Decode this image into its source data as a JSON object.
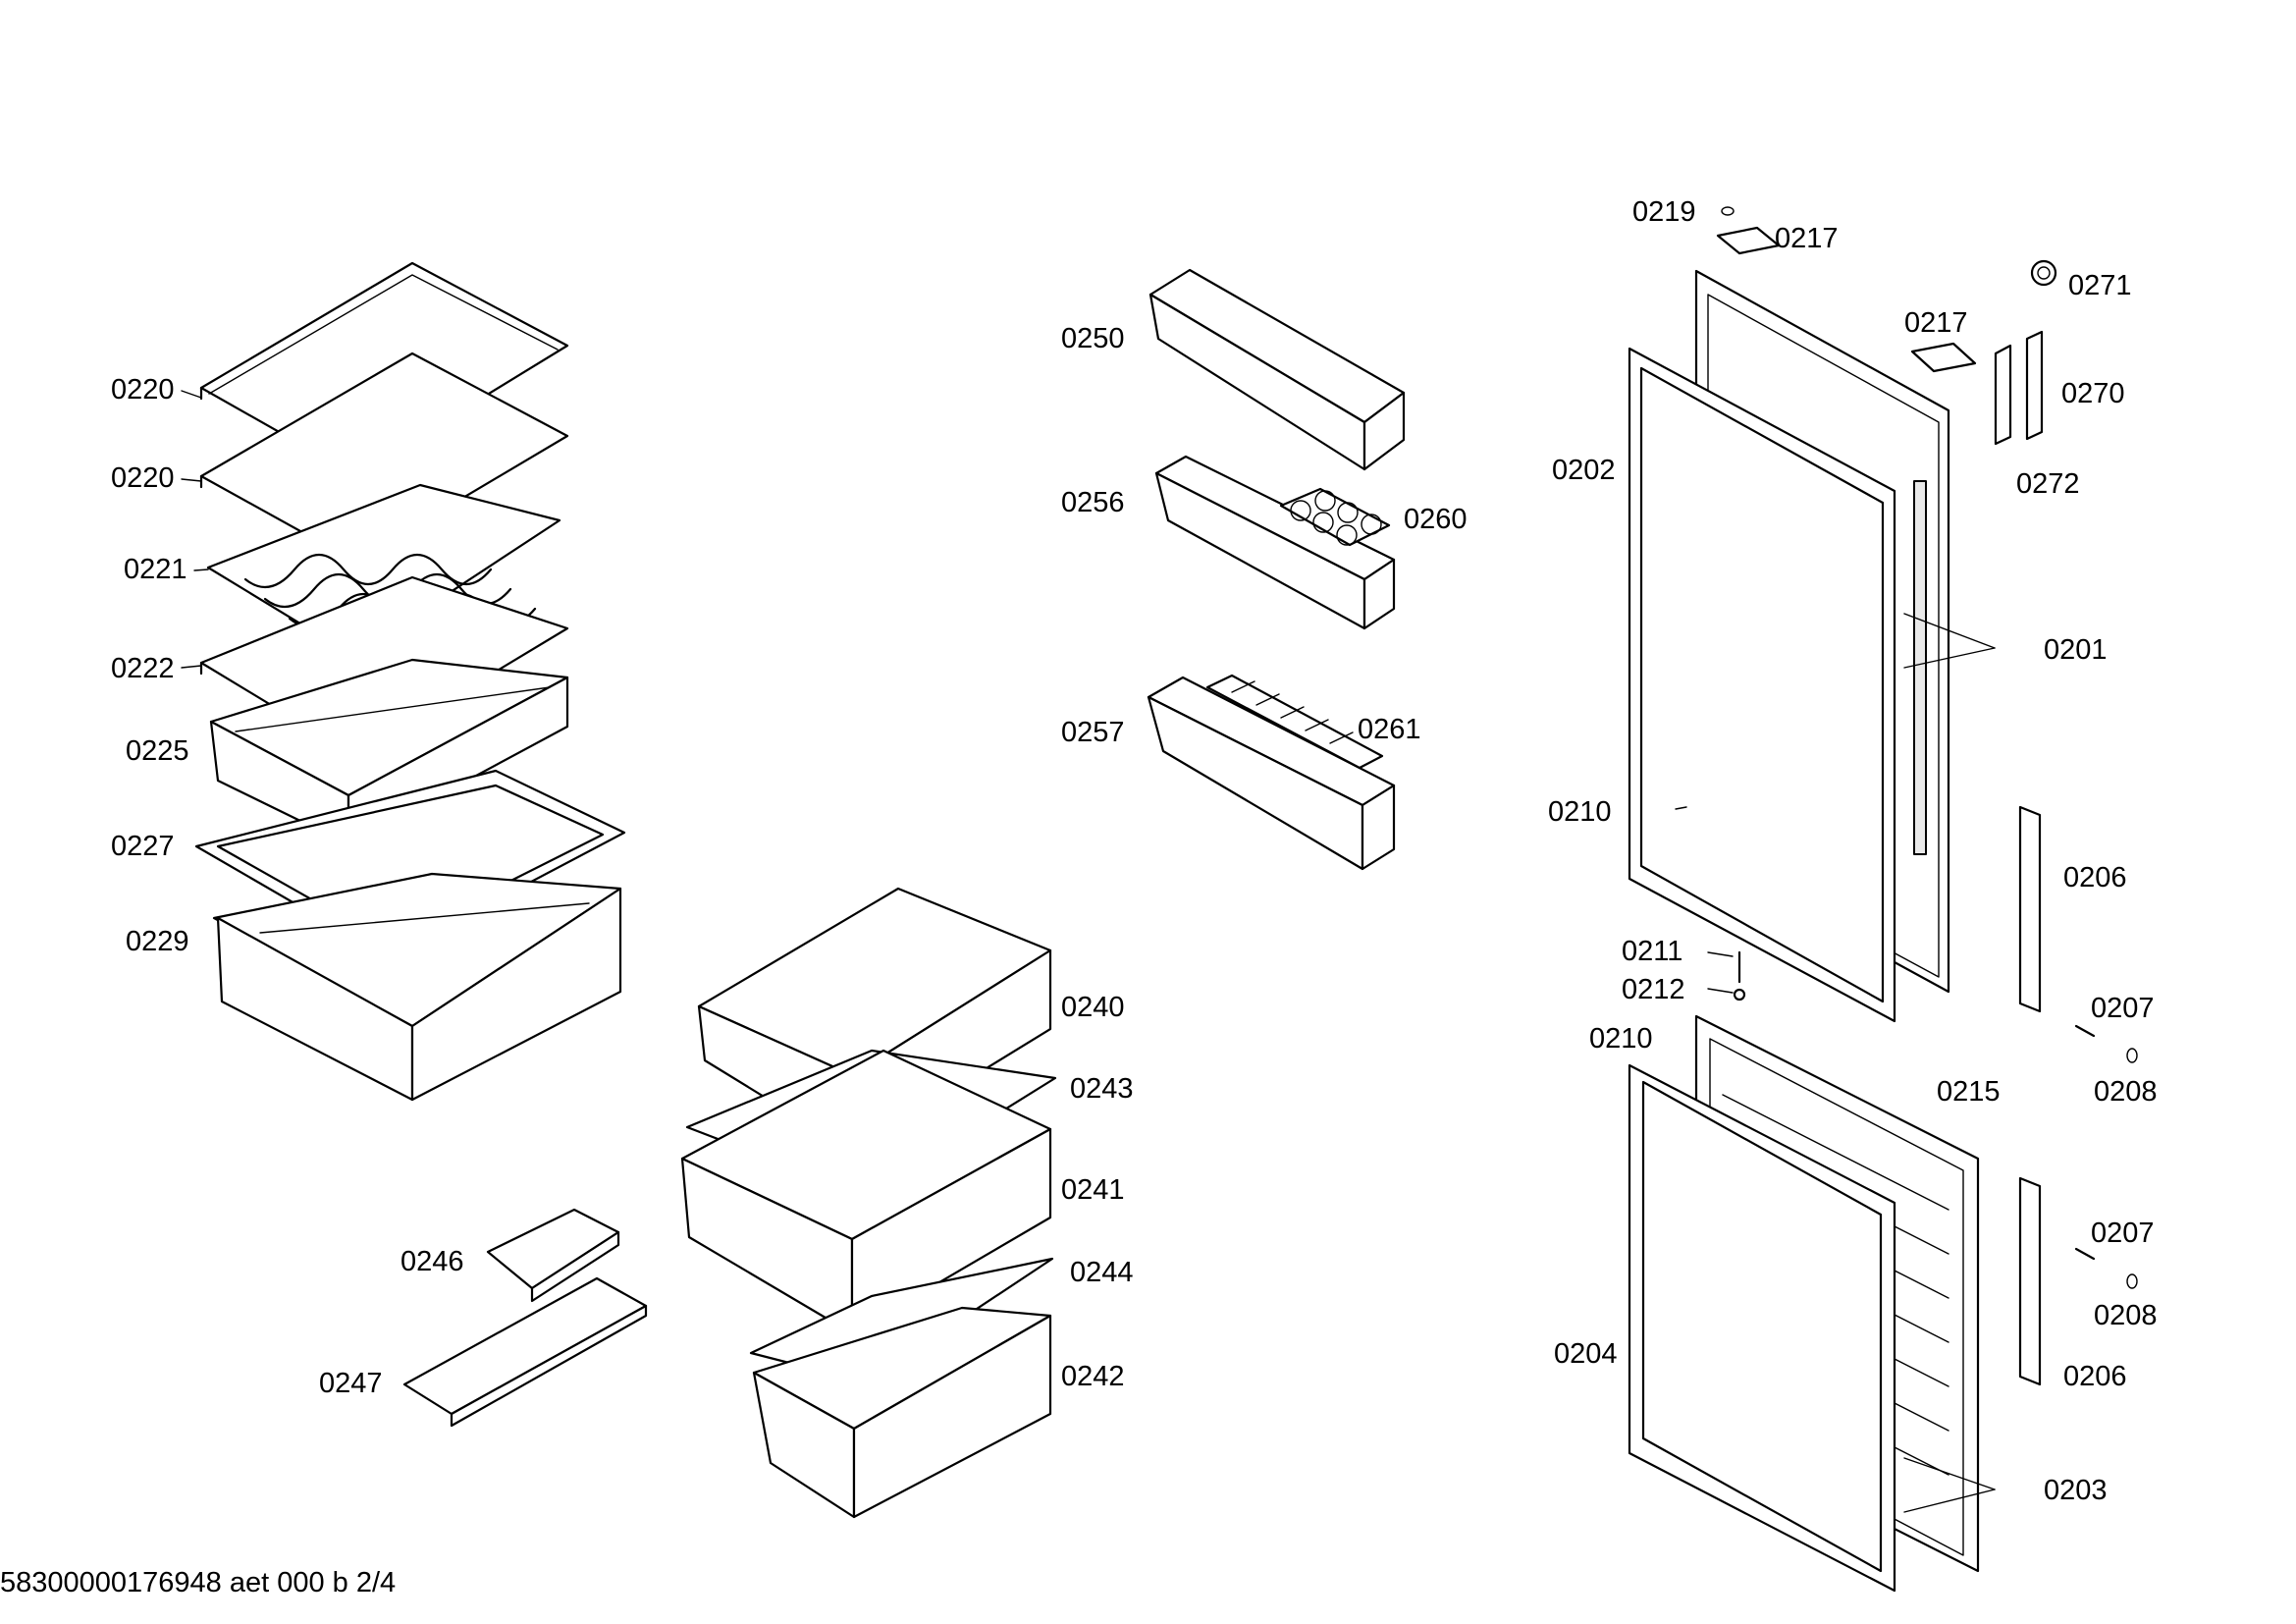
{
  "part_labels": {
    "p0219": "0219",
    "p0217a": "0217",
    "p0217b": "0217",
    "p0271": "0271",
    "p0270": "0270",
    "p0272": "0272",
    "p0220a": "0220",
    "p0220b": "0220",
    "p0221": "0221",
    "p0222": "0222",
    "p0225": "0225",
    "p0227": "0227",
    "p0229": "0229",
    "p0250": "0250",
    "p0256": "0256",
    "p0260": "0260",
    "p0257": "0257",
    "p0261": "0261",
    "p0202": "0202",
    "p0201": "0201",
    "p0210a": "0210",
    "p0206a": "0206",
    "p0211": "0211",
    "p0212": "0212",
    "p0210b": "0210",
    "p0207a": "0207",
    "p0208a": "0208",
    "p0215": "0215",
    "p0207b": "0207",
    "p0208b": "0208",
    "p0206b": "0206",
    "p0204": "0204",
    "p0203": "0203",
    "p0240": "0240",
    "p0243": "0243",
    "p0241": "0241",
    "p0244": "0244",
    "p0242": "0242",
    "p0246": "0246",
    "p0247": "0247"
  },
  "footer": {
    "doc_id": "58300000176948 aet 000 b 2/4"
  }
}
